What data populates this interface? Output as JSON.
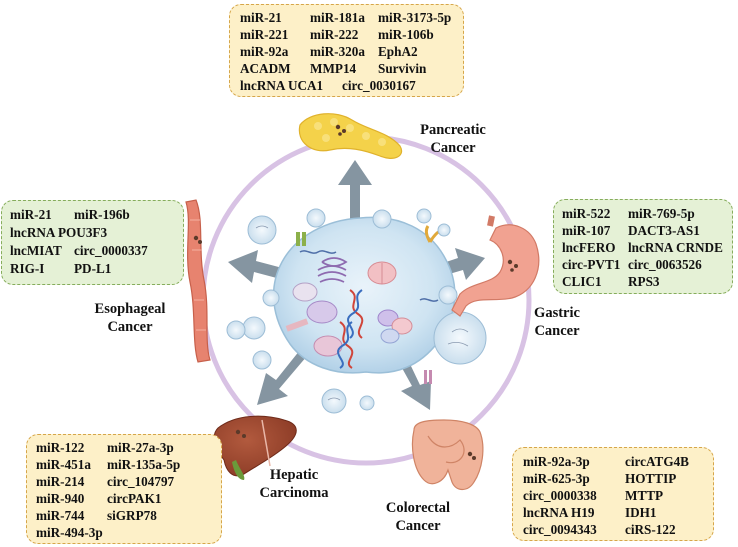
{
  "labels": {
    "pancreatic": [
      "Pancreatic",
      "Cancer"
    ],
    "gastric": [
      "Gastric",
      "Cancer"
    ],
    "colorectal": [
      "Colorectal",
      "Cancer"
    ],
    "hepatic": [
      "Hepatic",
      "Carcinoma"
    ],
    "esophageal": [
      "Esophageal",
      "Cancer"
    ]
  },
  "boxes": {
    "pancreatic": [
      [
        "miR-21",
        "miR-181a",
        "miR-3173-5p"
      ],
      [
        "miR-221",
        "miR-222",
        "miR-106b"
      ],
      [
        "miR-92a",
        "miR-320a",
        "EphA2"
      ],
      [
        "ACADM",
        "MMP14",
        "Survivin"
      ],
      [
        "lncRNA UCA1",
        "circ_0030167"
      ]
    ],
    "esophageal": [
      [
        "miR-21",
        "miR-196b"
      ],
      [
        "lncRNA POU3F3"
      ],
      [
        "lncMIAT",
        "circ_0000337"
      ],
      [
        "RIG-I",
        "PD-L1"
      ]
    ],
    "gastric": [
      [
        "miR-522",
        "miR-769-5p"
      ],
      [
        "miR-107",
        "DACT3-AS1"
      ],
      [
        "lncFERO",
        "lncRNA CRNDE"
      ],
      [
        "circ-PVT1",
        "circ_0063526"
      ],
      [
        "CLIC1",
        "RPS3"
      ]
    ],
    "hepatic": [
      [
        "miR-122",
        "miR-27a-3p"
      ],
      [
        "miR-451a",
        "miR-135a-5p"
      ],
      [
        "miR-214",
        "circ_104797"
      ],
      [
        "miR-940",
        "circPAK1"
      ],
      [
        "miR-744",
        "siGRP78"
      ],
      [
        "miR-494-3p"
      ]
    ],
    "colorectal": [
      [
        "miR-92a-3p",
        "circATG4B"
      ],
      [
        "miR-625-3p",
        "HOTTIP"
      ],
      [
        "circ_0000338",
        "MTTP"
      ],
      [
        "lncRNA H19",
        "IDH1"
      ],
      [
        "circ_0094343",
        "ciRS-122"
      ]
    ]
  },
  "colors": {
    "yellow_box_fill": "#fdf0c8",
    "yellow_box_border": "#d6a64a",
    "green_box_fill": "#e5f1d6",
    "green_box_border": "#86ad5c",
    "ring": "#d8c2e4",
    "arrow": "#8595a1",
    "exosome": "#bcd7ea"
  }
}
